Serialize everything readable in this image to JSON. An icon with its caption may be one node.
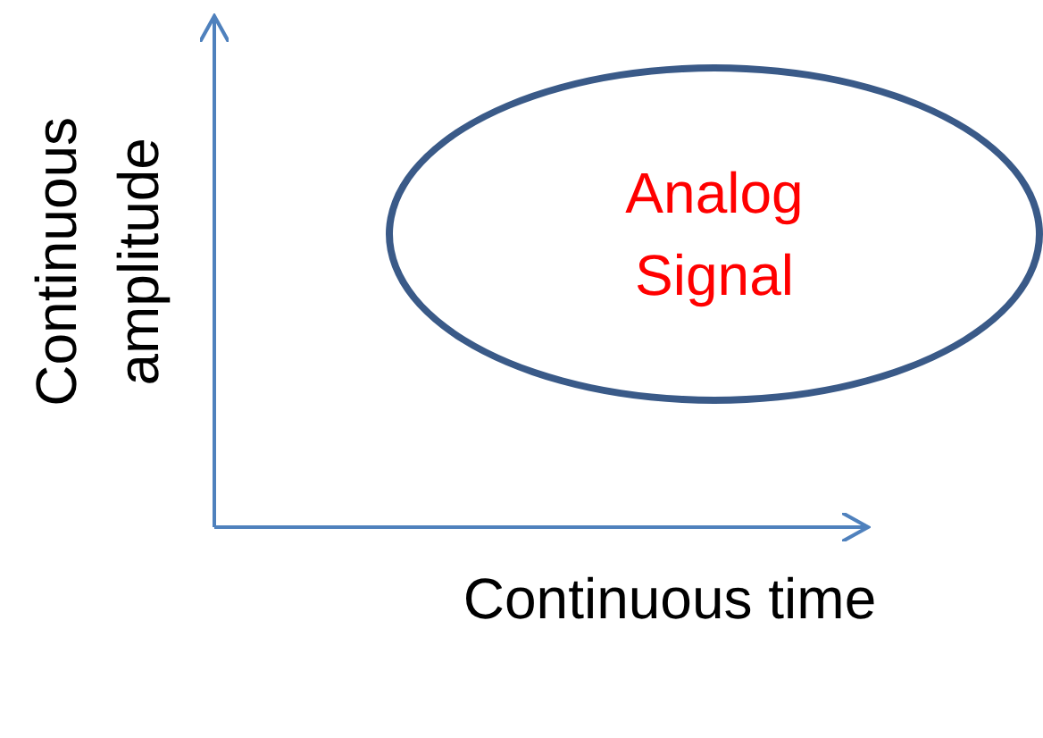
{
  "diagram": {
    "nodes": [
      {
        "text": [
          "Analog Signal"
        ]
      }
    ],
    "labels": [
      "Continuous amplitude",
      "Continuous time"
    ]
  }
}
